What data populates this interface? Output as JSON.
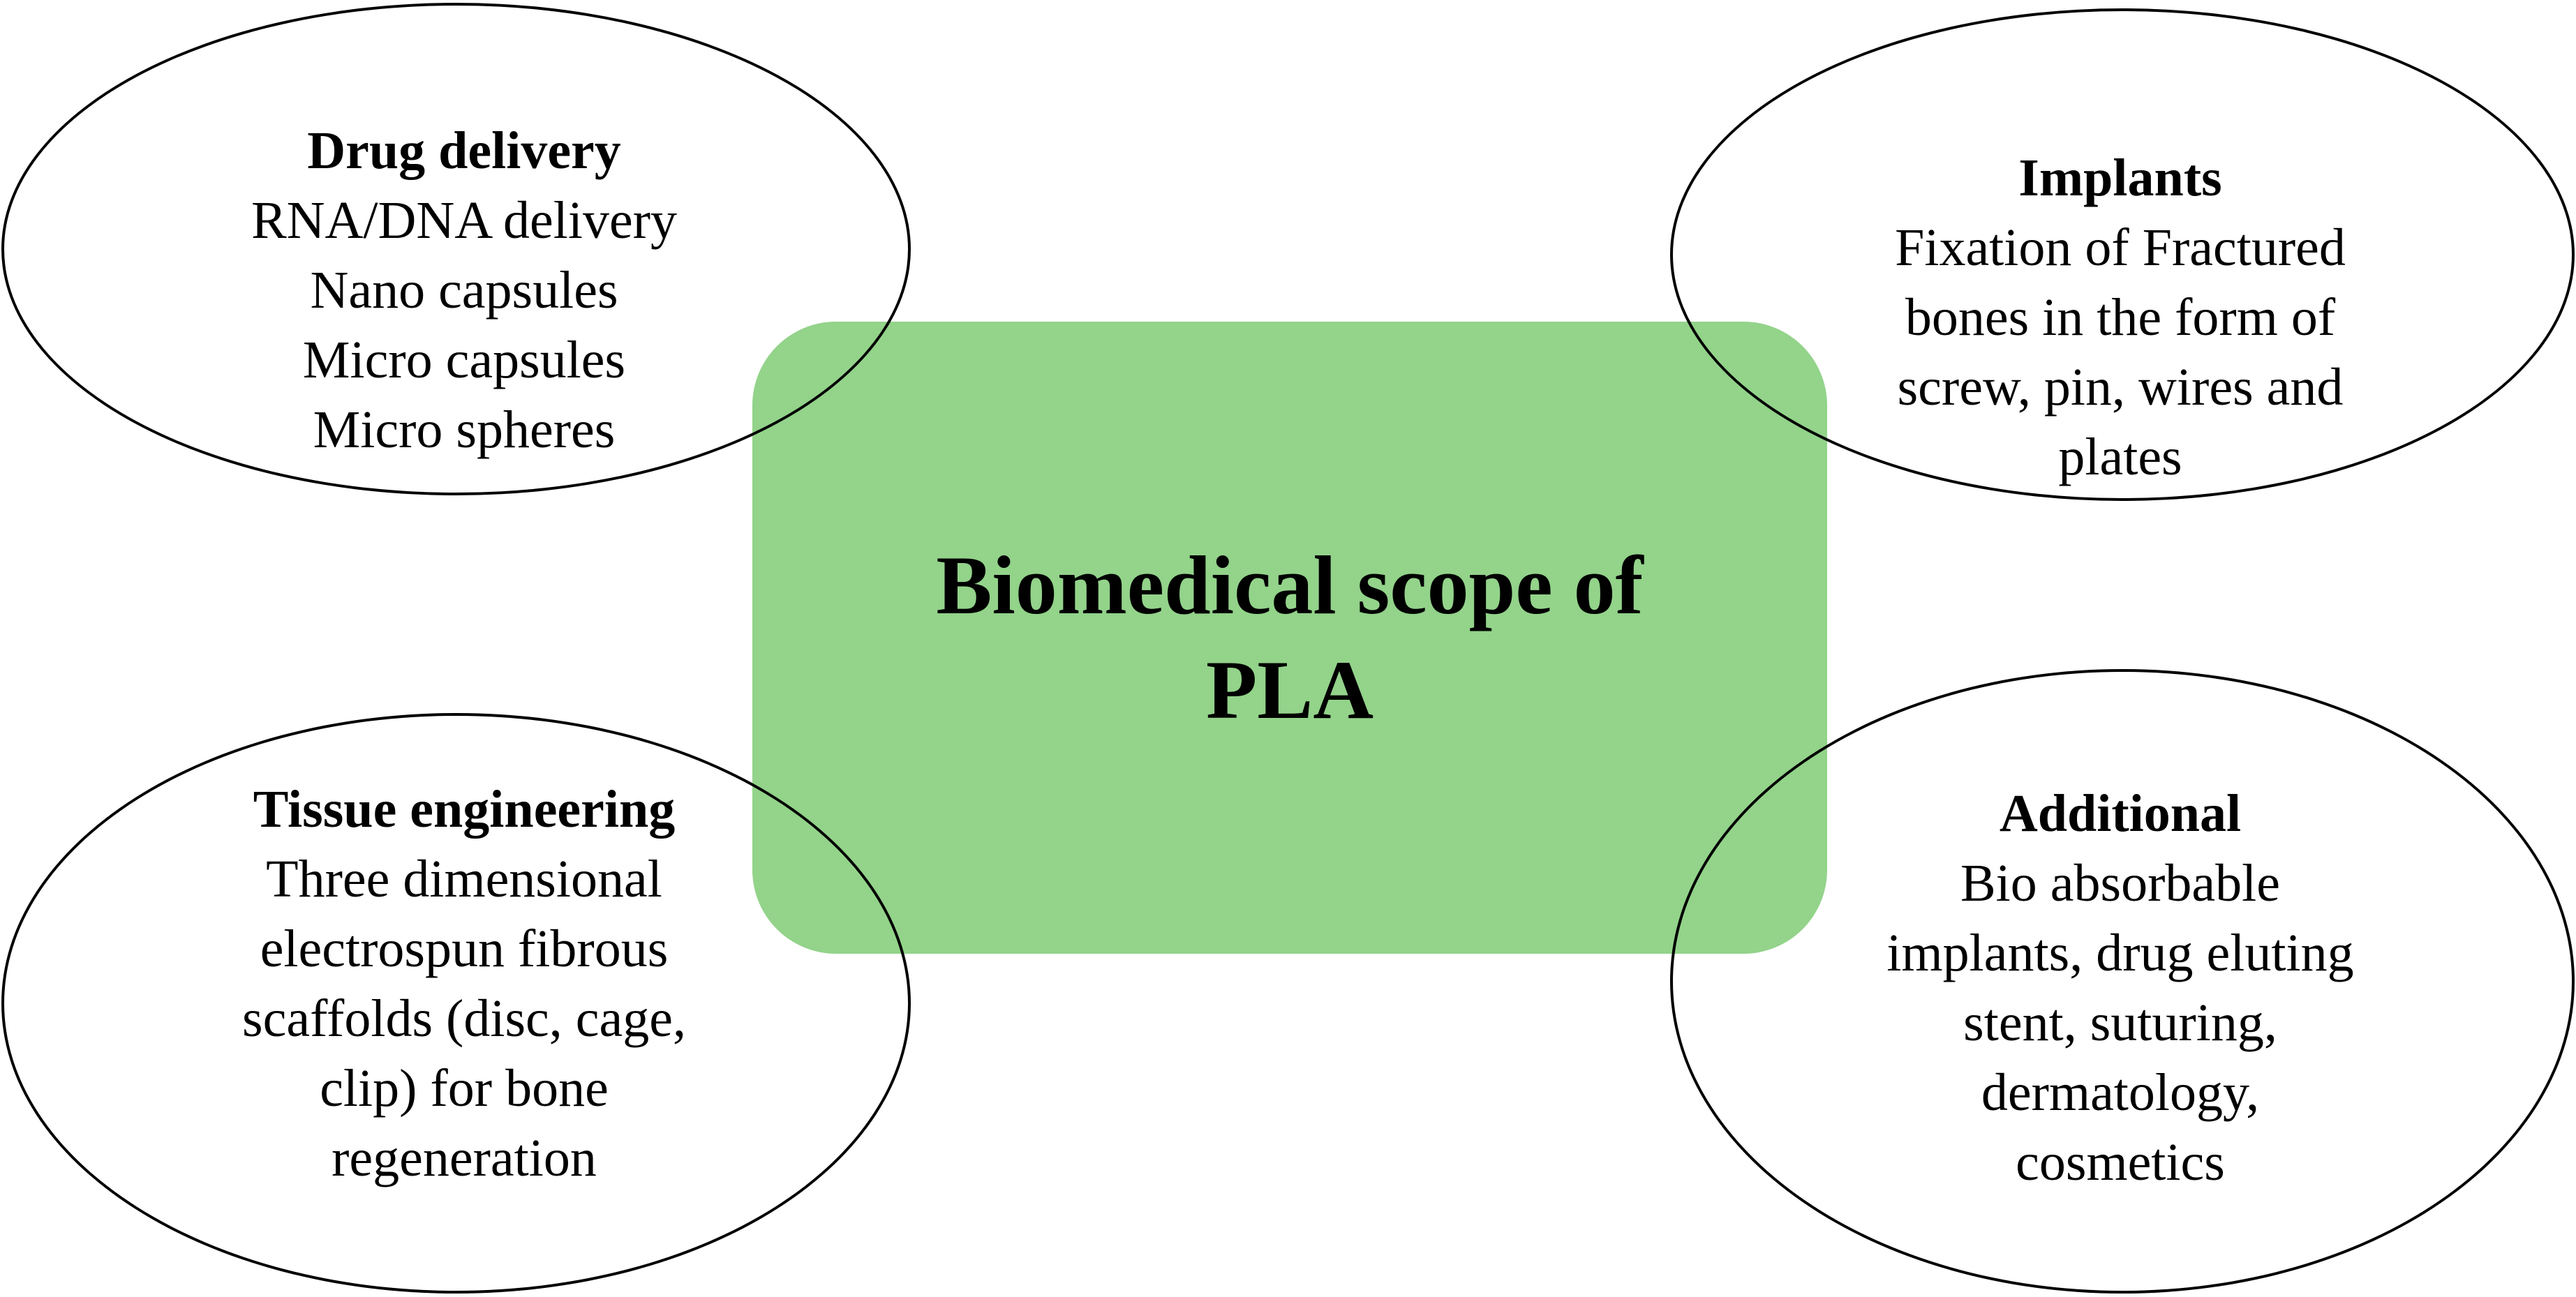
{
  "center": {
    "title_line1": "Biomedical scope of",
    "title_line2": "PLA",
    "fill_color": "#93d38a"
  },
  "ellipses": {
    "drug_delivery": {
      "heading": "Drug delivery",
      "lines": [
        "RNA/DNA delivery",
        "Nano capsules",
        "Micro capsules",
        "Micro spheres"
      ]
    },
    "implants": {
      "heading": "Implants",
      "lines": [
        "Fixation of Fractured",
        "bones in the form of",
        "screw, pin, wires and",
        "plates"
      ]
    },
    "tissue_engineering": {
      "heading": "Tissue engineering",
      "lines": [
        "Three dimensional",
        "electrospun fibrous",
        "scaffolds (disc, cage,",
        "clip) for bone",
        "regeneration"
      ]
    },
    "additional": {
      "heading": "Additional",
      "lines": [
        "Bio absorbable",
        "implants, drug eluting",
        "stent, suturing,",
        "dermatology,",
        "cosmetics"
      ]
    }
  }
}
